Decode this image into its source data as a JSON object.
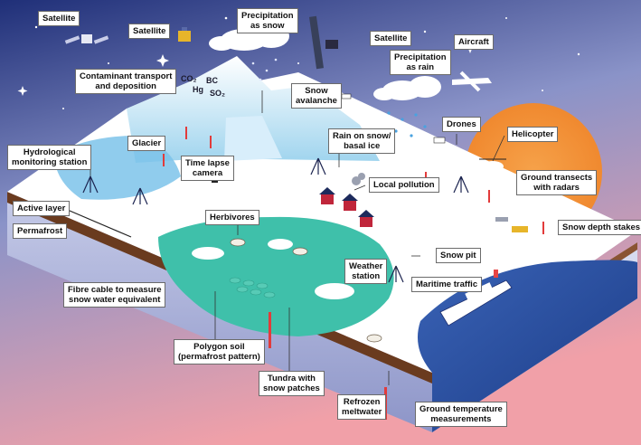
{
  "colors": {
    "sky_top": "#1f2f78",
    "sky_mid": "#b9b9dd",
    "sky_bottom": "#f1a0a8",
    "snow": "#ffffff",
    "tundra": "#3fc0aa",
    "ocean": "#2a4fa0",
    "sun": "#f6a24a",
    "soil": "#6a3b1f"
  },
  "labels": {
    "satellite_1": "Satellite",
    "satellite_2": "Satellite",
    "satellite_3": "Satellite",
    "contaminant": "Contaminant transport\nand deposition",
    "precip_snow": "Precipitation\nas snow",
    "precip_rain": "Precipitation\nas rain",
    "aircraft": "Aircraft",
    "snow_avalanche": "Snow\navalanche",
    "drones": "Drones",
    "helicopter": "Helicopter",
    "glacier": "Glacier",
    "rain_on_snow": "Rain on snow/\nbasal ice",
    "hydro_station": "Hydrological\nmonitoring station",
    "time_lapse": "Time lapse\ncamera",
    "local_pollution": "Local pollution",
    "ground_transects": "Ground transects\nwith radars",
    "active_layer": "Active layer",
    "permafrost": "Permafrost",
    "herbivores": "Herbivores",
    "snow_depth_stakes": "Snow depth stakes",
    "snow_pit": "Snow pit",
    "weather_station": "Weather\nstation",
    "maritime_traffic": "Maritime traffic",
    "fibre_cable": "Fibre cable to measure\nsnow water equivalent",
    "polygon_soil": "Polygon soil\n(permafrost pattern)",
    "tundra_patches": "Tundra with\nsnow patches",
    "refrozen_meltwater": "Refrozen\nmeltwater",
    "ground_temperature": "Ground temperature\nmeasurements"
  },
  "chemicals": {
    "co2": "CO₂",
    "bc": "BC",
    "hg": "Hg",
    "so2": "SO₂"
  },
  "icons": [
    "satellite-icon",
    "cloud-icon",
    "aircraft-icon",
    "drone-icon",
    "helicopter-icon",
    "weather-station-icon",
    "house-icon",
    "reindeer-icon",
    "ship-icon",
    "snowmobile-icon",
    "camera-icon",
    "sun-icon"
  ]
}
